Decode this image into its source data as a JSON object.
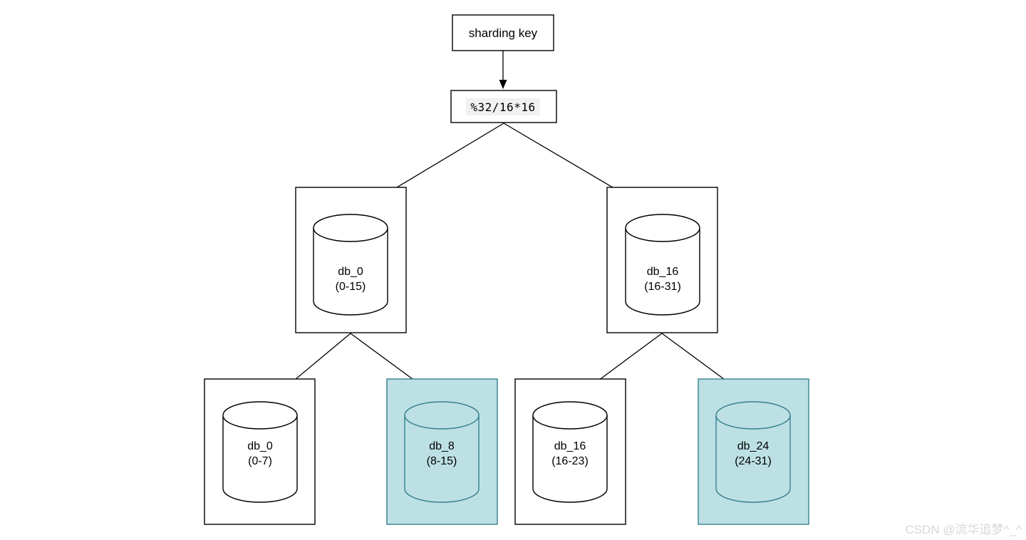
{
  "diagram": {
    "root_label": "sharding key",
    "formula": "%32/16*16",
    "nodes": {
      "level1": [
        {
          "name": "db_0",
          "range": "(0-15)"
        },
        {
          "name": "db_16",
          "range": "(16-31)"
        }
      ],
      "level2": [
        {
          "name": "db_0",
          "range": "(0-7)",
          "highlighted": false
        },
        {
          "name": "db_8",
          "range": "(8-15)",
          "highlighted": true
        },
        {
          "name": "db_16",
          "range": "(16-23)",
          "highlighted": false
        },
        {
          "name": "db_24",
          "range": "(24-31)",
          "highlighted": true
        }
      ]
    },
    "colors": {
      "highlight_fill": "#bde0e4",
      "highlight_stroke": "#36818e",
      "formula_bg": "#f1f1f1",
      "line": "#000000"
    }
  },
  "watermark": {
    "text": "CSDN @流华追梦^_^"
  }
}
